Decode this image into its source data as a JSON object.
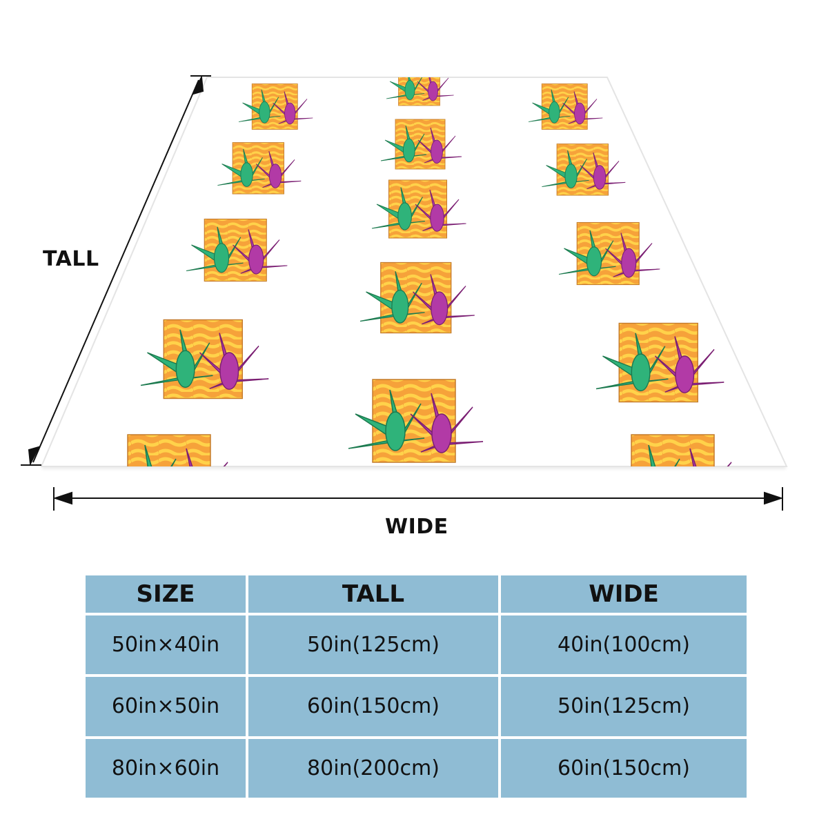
{
  "dimensions": {
    "tall_label": "TALL",
    "wide_label": "WIDE"
  },
  "colors": {
    "table_cell": "#8fbcd4",
    "leaf_green": "#2fb37a",
    "leaf_magenta": "#b23aa6",
    "swirl_orange": "#f6a23a",
    "swirl_yellow": "#ffd24a",
    "blanket": "#ffffff"
  },
  "size_table": {
    "headers": [
      "SIZE",
      "TALL",
      "WIDE"
    ],
    "rows": [
      [
        "50in×40in",
        "50in(125cm)",
        "40in(100cm)"
      ],
      [
        "60in×50in",
        "60in(150cm)",
        "50in(125cm)"
      ],
      [
        "80in×60in",
        "80in(200cm)",
        "60in(150cm)"
      ]
    ]
  }
}
